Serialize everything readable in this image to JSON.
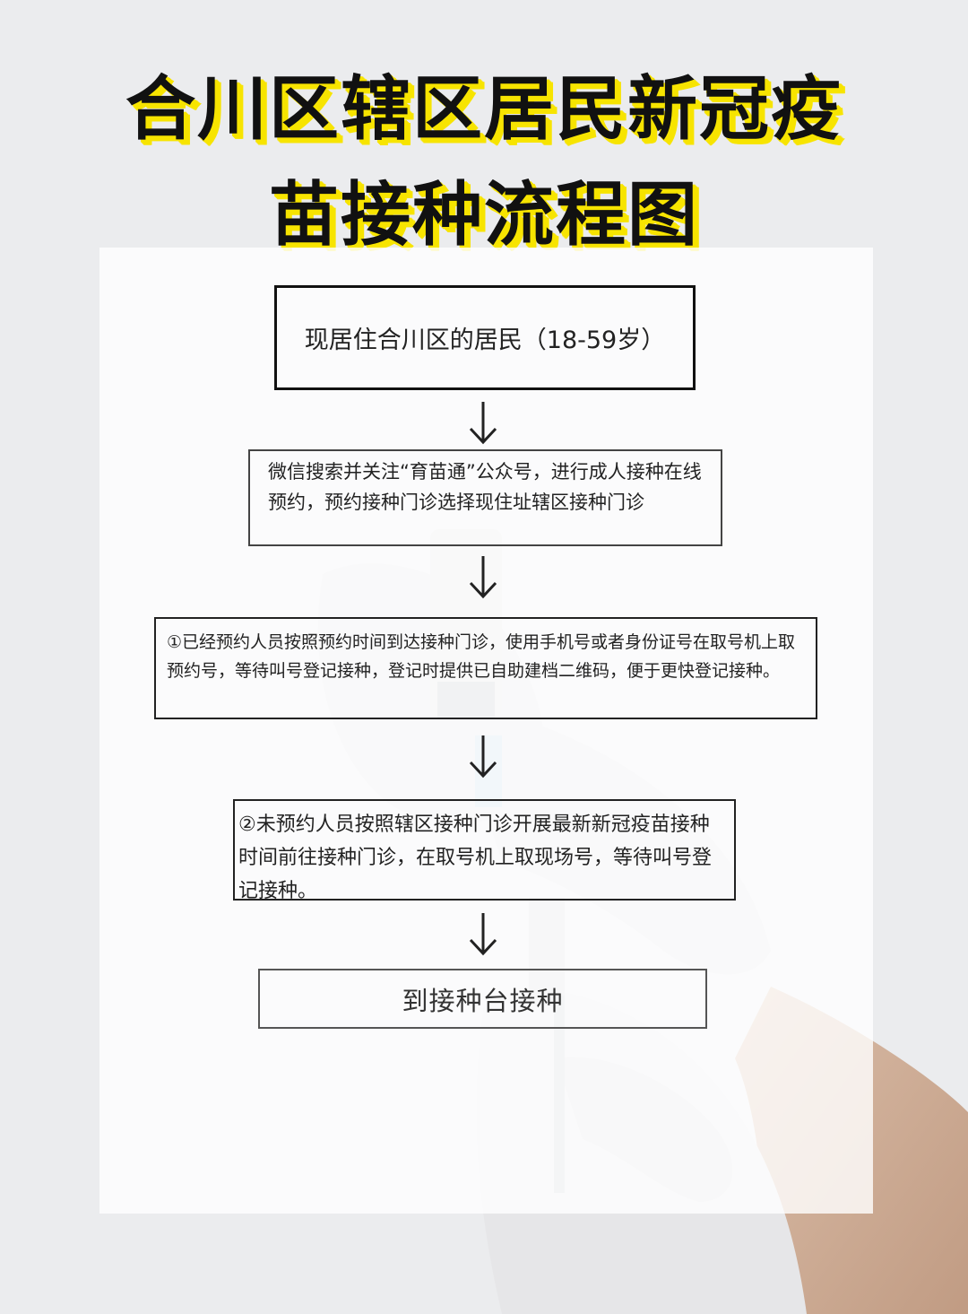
{
  "title": {
    "line1": "合川区辖区居民新冠疫",
    "line2": "苗接种流程图"
  },
  "flow": {
    "start": "现居住合川区的居民（18-59岁）",
    "step1": "微信搜索并关注“育苗通”公众号，进行成人接种在线预约，预约接种门诊选择现住址辖区接种门诊",
    "step2": "①已经预约人员按照预约时间到达接种门诊，使用手机号或者身份证号在取号机上取预约号，等待叫号登记接种，登记时提供已自助建档二维码，便于更快登记接种。",
    "step3": "②未预约人员按照辖区接种门诊开展最新新冠疫苗接种时间前往接种门诊，在取号机上取现场号，等待叫号登记接种。",
    "end": "到接种台接种"
  },
  "colors": {
    "title_text": "#111111",
    "title_highlight": "#f7e400",
    "box_border": "#222222"
  }
}
